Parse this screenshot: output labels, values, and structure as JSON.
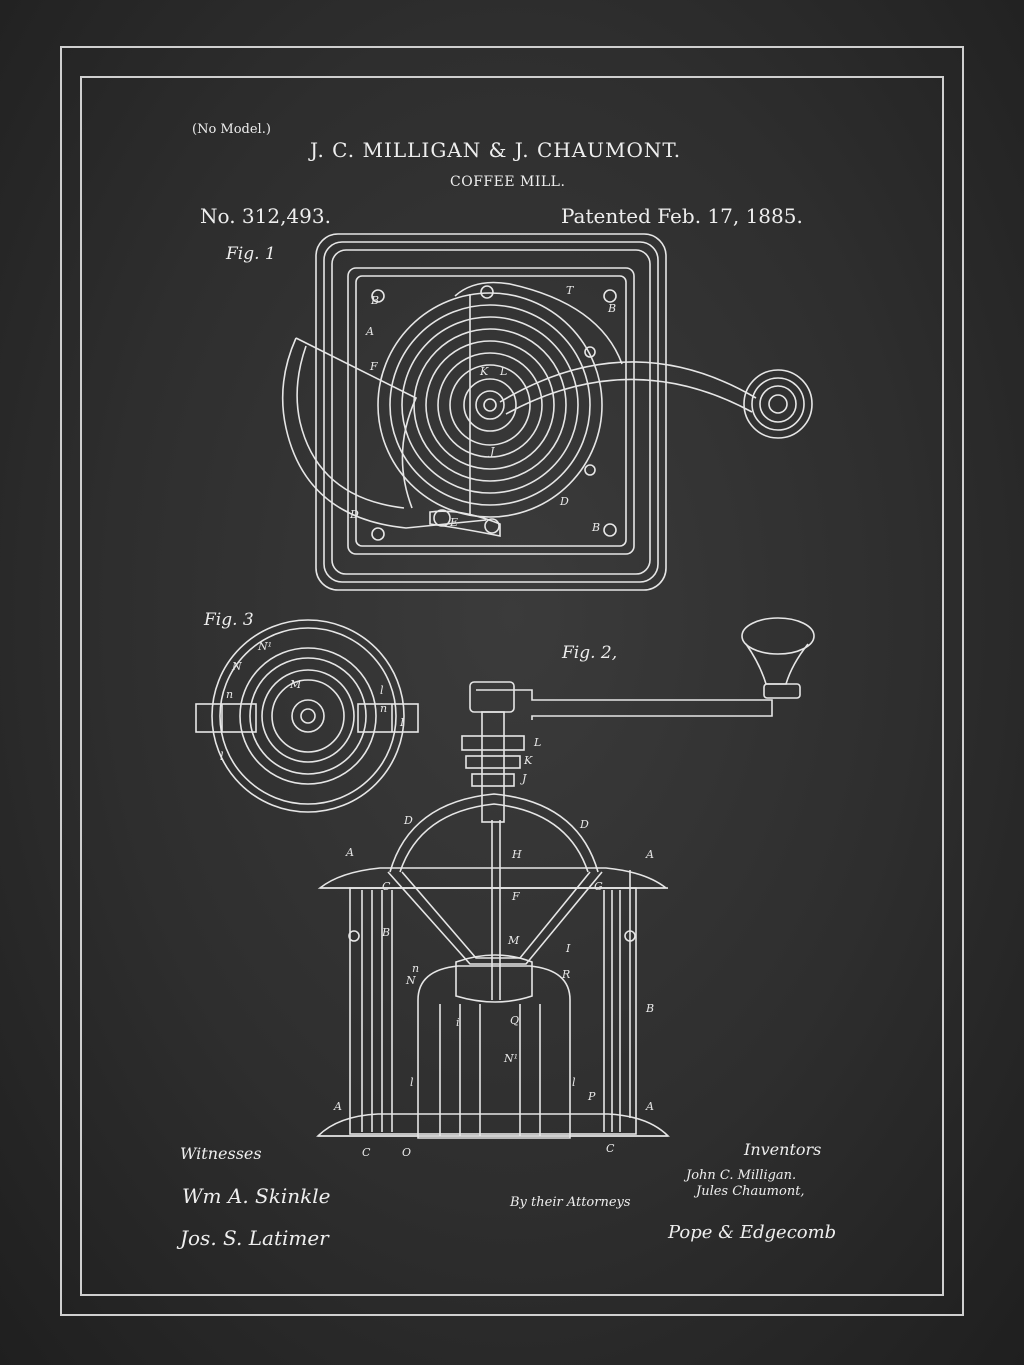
{
  "header": {
    "no_model": "(No Model.)",
    "inventor_names": "J. C. MILLIGAN & J. CHAUMONT.",
    "title": "COFFEE MILL.",
    "patent_number": "No. 312,493.",
    "patent_date": "Patented Feb. 17, 1885."
  },
  "figures": {
    "fig1": "Fig. 1",
    "fig2": "Fig. 2,",
    "fig3": "Fig. 3"
  },
  "footer": {
    "witnesses_label": "Witnesses",
    "witness_1": "Wm A. Skinkle",
    "witness_2": "Jos. S. Latimer",
    "inventors_label": "Inventors",
    "inventor_1": "John C. Milligan.",
    "inventor_2": "Jules Chaumont,",
    "attorneys_label": "By their Attorneys",
    "attorney_signature": "Pope & Edgecomb"
  },
  "colors": {
    "background": "#2e2e2e",
    "line": "#ececec"
  }
}
